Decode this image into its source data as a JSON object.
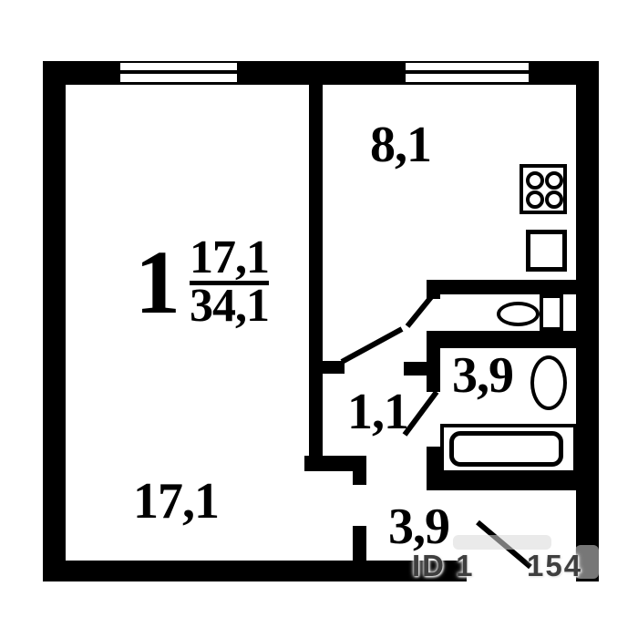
{
  "plan": {
    "apartment": {
      "rooms_count": "1",
      "living_area": "17,1",
      "total_area": "34,1"
    },
    "labels": {
      "kitchen": "8,1",
      "bathroom": "3,9",
      "hall": "1,1",
      "living_room": "17,1",
      "entrance_hall": "3,9"
    },
    "watermark": {
      "left_fragment": "ID 1",
      "right_fragment": "154"
    },
    "colors": {
      "wall": "#000000",
      "background": "#ffffff",
      "watermark_dark": "#3f3f3f",
      "watermark_light": "#d9d9d9"
    }
  }
}
